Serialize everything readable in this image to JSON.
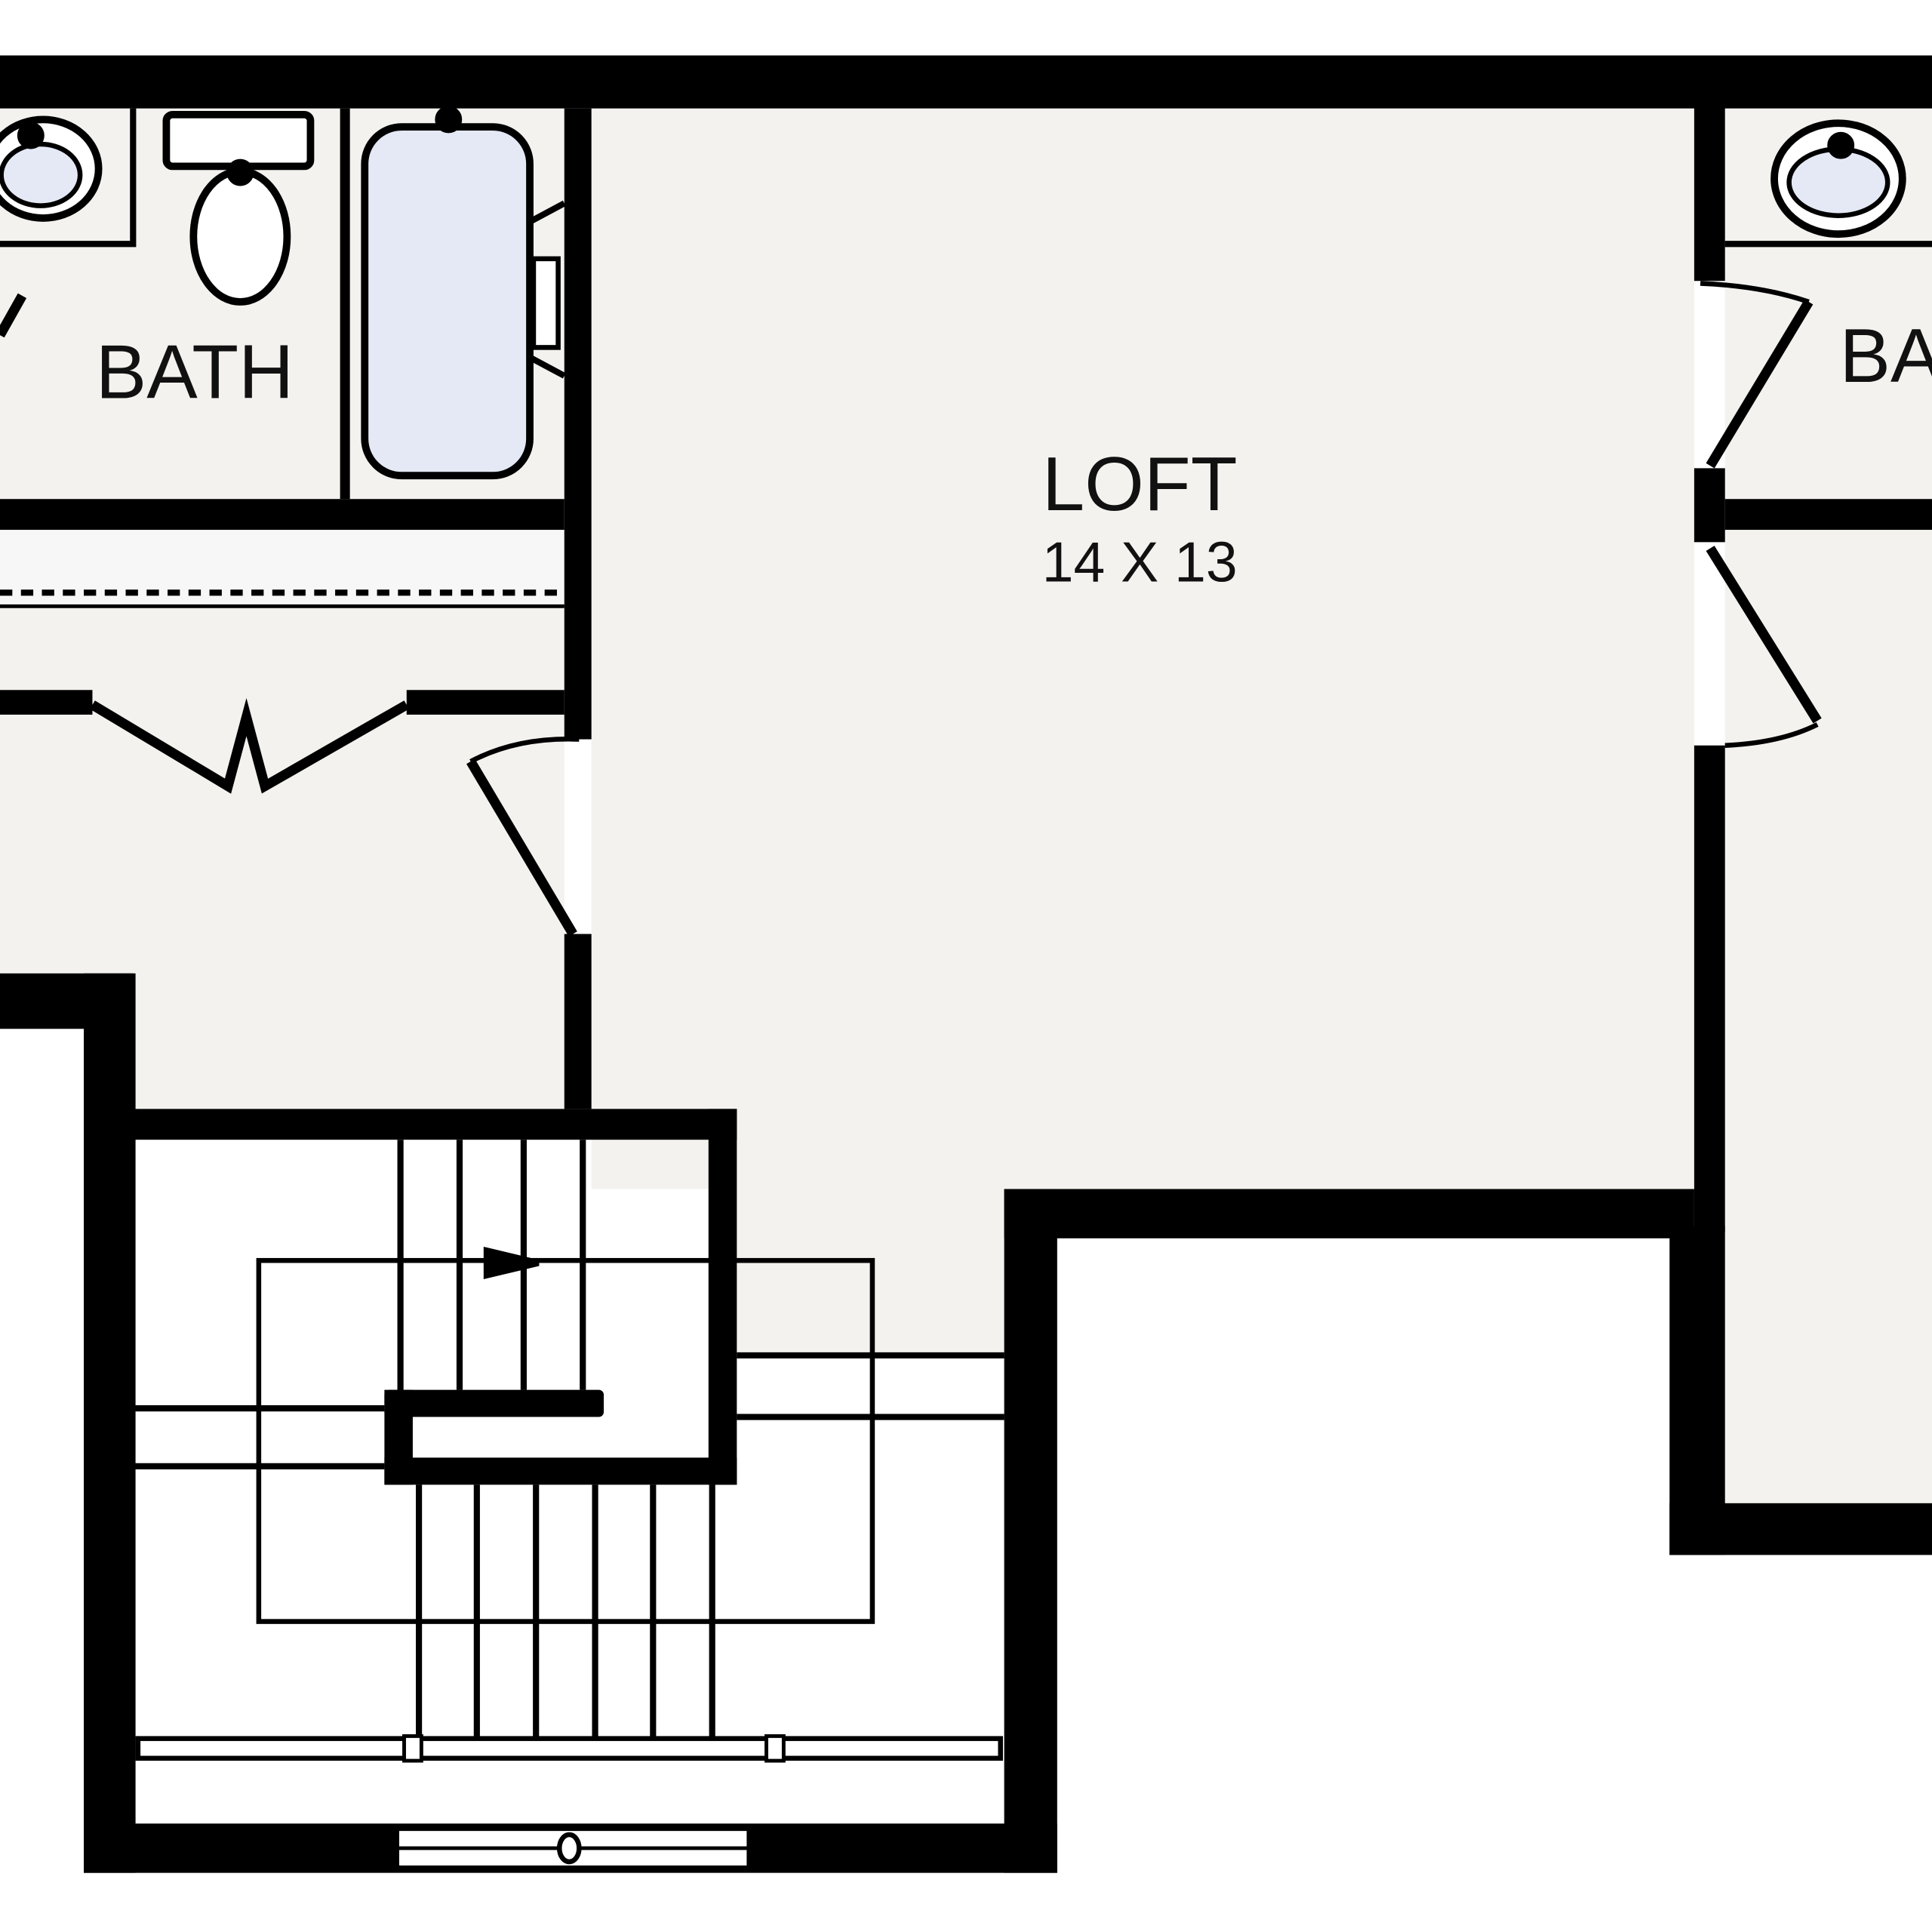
{
  "plan": {
    "rooms": [
      {
        "name": "BATH",
        "dimensions": ""
      },
      {
        "name": "LOFT",
        "dimensions": "14 X 13"
      },
      {
        "name": "BA",
        "dimensions": ""
      }
    ]
  },
  "colors": {
    "wall": "#000000",
    "floor": "#f3f2ee",
    "fixture": "#e4e9f5",
    "background": "#ffffff"
  }
}
